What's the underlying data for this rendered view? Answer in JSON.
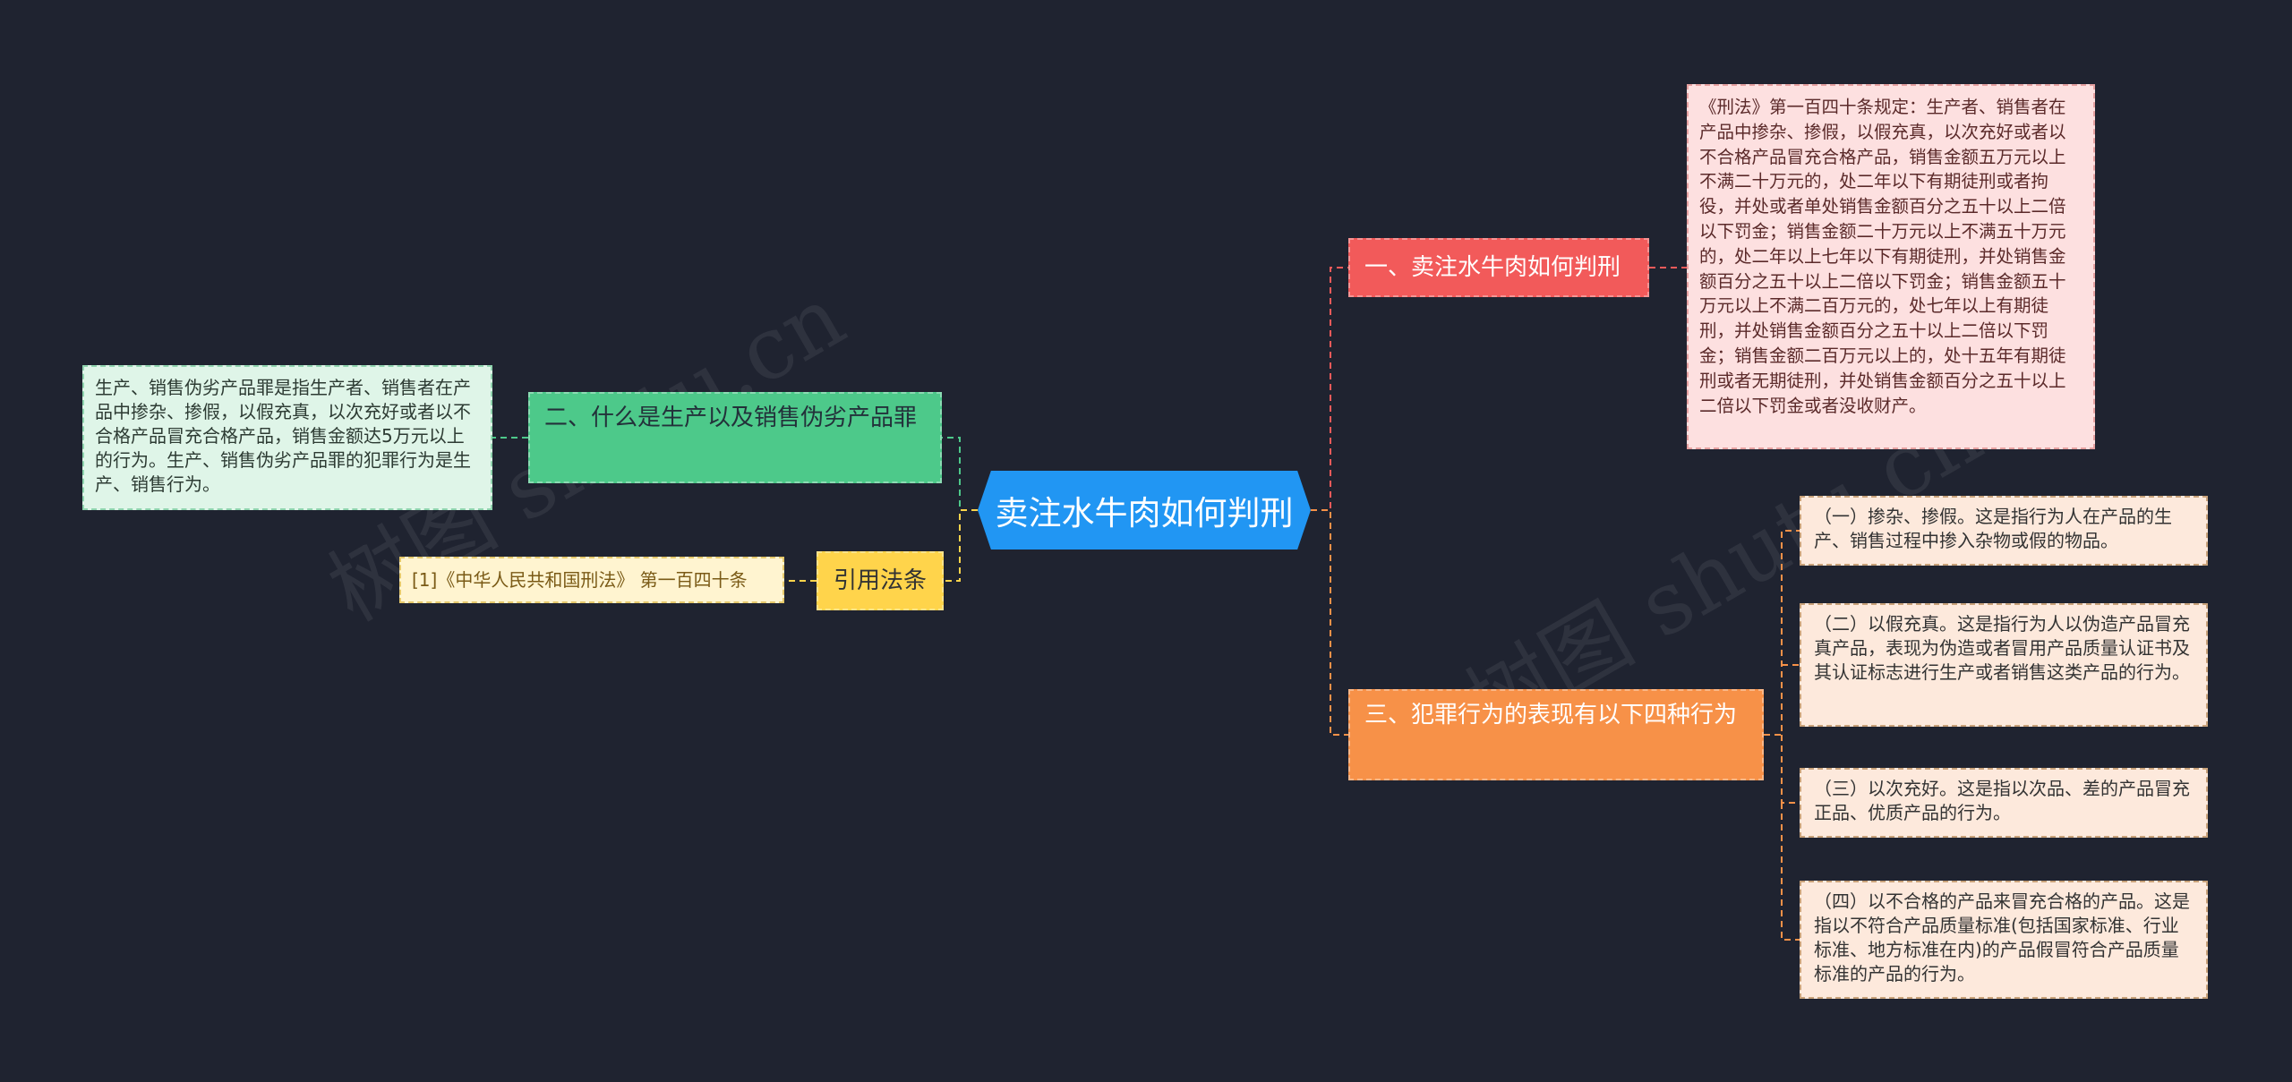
{
  "watermark": "树图 shutu.cn",
  "center": {
    "label": "卖注水牛肉如何判刑",
    "color": "#2196f3"
  },
  "branches": {
    "b1": {
      "label": "一、卖注水牛肉如何判刑",
      "color": "#f25a5a"
    },
    "b2": {
      "label": "三、犯罪行为的表现有以下四种行为",
      "color": "#f79148"
    },
    "b3": {
      "label": "二、什么是生产以及销售伪劣产品罪",
      "color": "#4dc98a"
    },
    "b4": {
      "label": "引用法条",
      "color": "#ffd44b"
    }
  },
  "leaves": {
    "l1": "《刑法》第一百四十条规定：生产者、销售者在产品中掺杂、掺假，以假充真，以次充好或者以不合格产品冒充合格产品，销售金额五万元以上不满二十万元的，处二年以下有期徒刑或者拘役，并处或者单处销售金额百分之五十以上二倍以下罚金；销售金额二十万元以上不满五十万元的，处二年以上七年以下有期徒刑，并处销售金额百分之五十以上二倍以下罚金；销售金额五十万元以上不满二百万元的，处七年以上有期徒刑，并处销售金额百分之五十以上二倍以下罚金；销售金额二百万元以上的，处十五年有期徒刑或者无期徒刑，并处销售金额百分之五十以上二倍以下罚金或者没收财产。",
    "l2": "（一）掺杂、掺假。这是指行为人在产品的生产、销售过程中掺入杂物或假的物品。",
    "l3": "（二）以假充真。这是指行为人以伪造产品冒充真产品，表现为伪造或者冒用产品质量认证书及其认证标志进行生产或者销售这类产品的行为。",
    "l4": "（三）以次充好。这是指以次品、差的产品冒充正品、优质产品的行为。",
    "l5": "（四）以不合格的产品来冒充合格的产品。这是指以不符合产品质量标准(包括国家标准、行业标准、地方标准在内)的产品假冒符合产品质量标准的产品的行为。",
    "l6": "生产、销售伪劣产品罪是指生产者、销售者在产品中掺杂、掺假，以假充真，以次充好或者以不合格产品冒充合格产品，销售金额达5万元以上的行为。生产、销售伪劣产品罪的犯罪行为是生产、销售行为。",
    "l7": "[1]《中华人民共和国刑法》 第一百四十条"
  }
}
